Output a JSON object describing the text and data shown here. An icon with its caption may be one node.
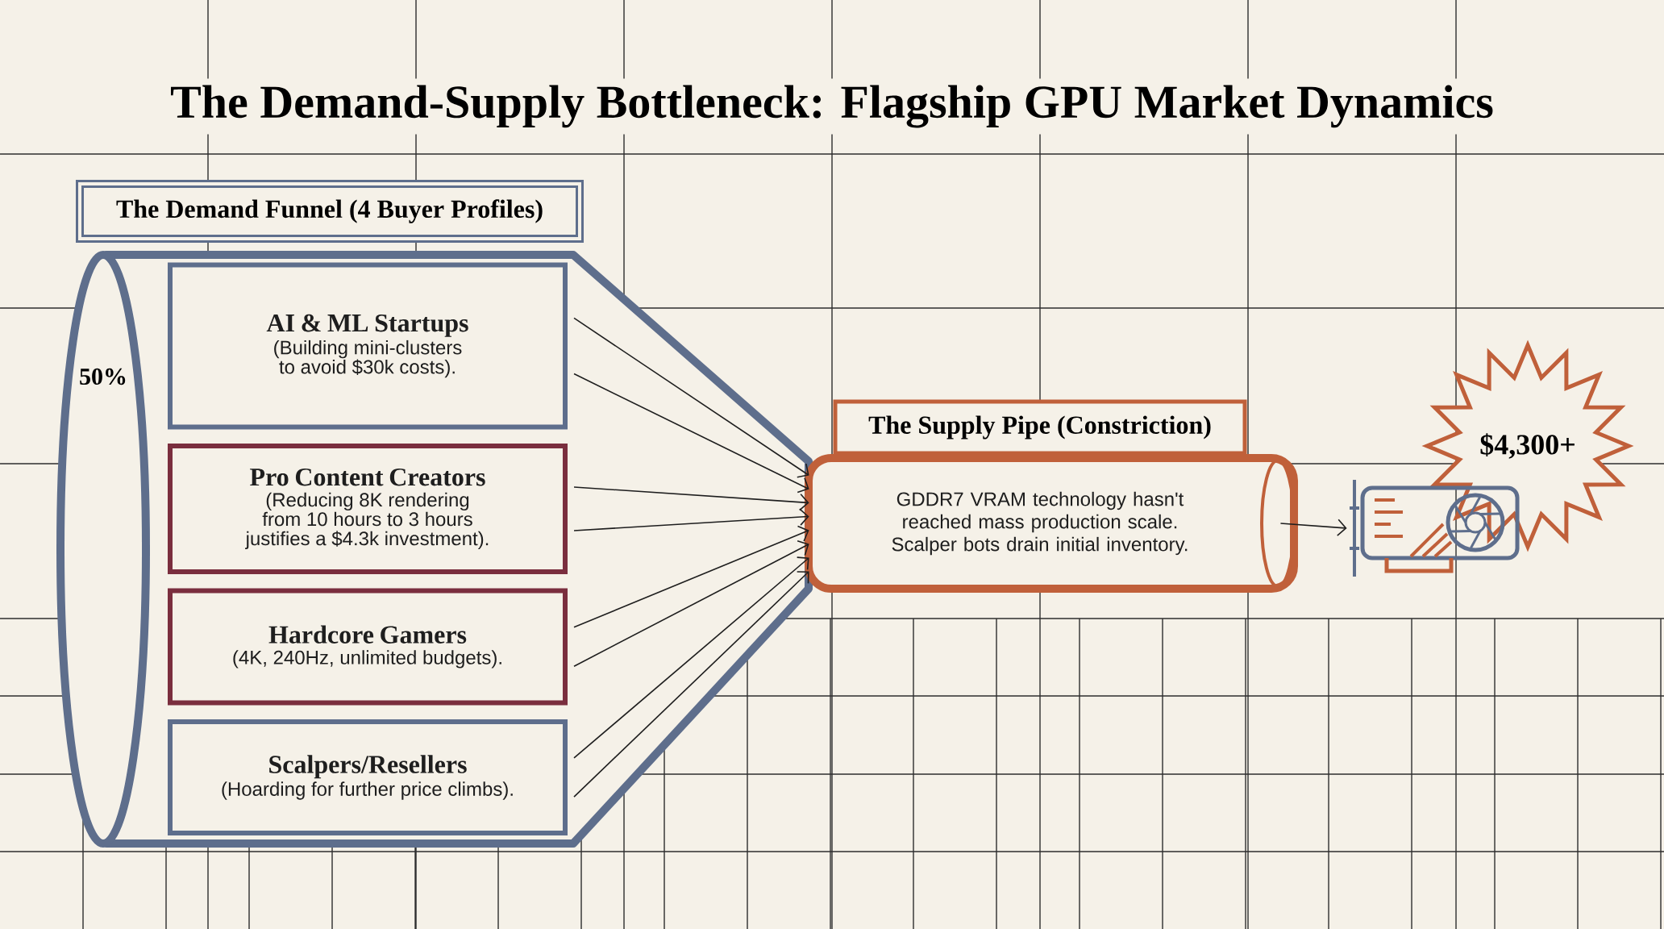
{
  "diagram": {
    "title": "The Demand-Supply Bottleneck: Flagship GPU Market Dynamics",
    "nodes": [
      {
        "text": [
          "The Demand Funnel (4 Buyer Profiles)"
        ]
      },
      {
        "text": [
          "AI & ML Startups",
          "(Building mini-clusters to avoid $30k costs)."
        ],
        "in": 0
      },
      {
        "text": [
          "Pro Content Creators",
          "(Reducing 8K rendering from 10 hours to 3 hours justifies a $4.3k investment)."
        ],
        "in": 0
      },
      {
        "text": [
          "Hardcore Gamers",
          "(4K, 240Hz, unlimited budgets)."
        ],
        "in": 0
      },
      {
        "text": [
          "Scalpers/Resellers",
          "(Hoarding for further price climbs)."
        ],
        "in": 0
      },
      {
        "text": [
          "The Supply Pipe (Constriction)",
          "GDDR7 VRAM technology hasn't reached mass production scale. Scalper bots drain initial inventory."
        ]
      },
      {
        "text": [
          "$4,300+"
        ]
      },
      {
        "text": [],
        "shape": "picture"
      }
    ],
    "edges": [
      {
        "from": 1,
        "to": 5,
        "arrow": "to"
      },
      {
        "from": 1,
        "to": 5,
        "arrow": "to"
      },
      {
        "from": 2,
        "to": 5,
        "arrow": "to"
      },
      {
        "from": 2,
        "to": 5,
        "arrow": "to"
      },
      {
        "from": 3,
        "to": 5,
        "arrow": "to"
      },
      {
        "from": 3,
        "to": 5,
        "arrow": "to"
      },
      {
        "from": 4,
        "to": 5,
        "arrow": "to"
      },
      {
        "from": 4,
        "to": 5,
        "arrow": "to"
      },
      {
        "from": 5,
        "to": 7,
        "arrow": "to"
      }
    ],
    "labels": [
      "50%"
    ]
  }
}
